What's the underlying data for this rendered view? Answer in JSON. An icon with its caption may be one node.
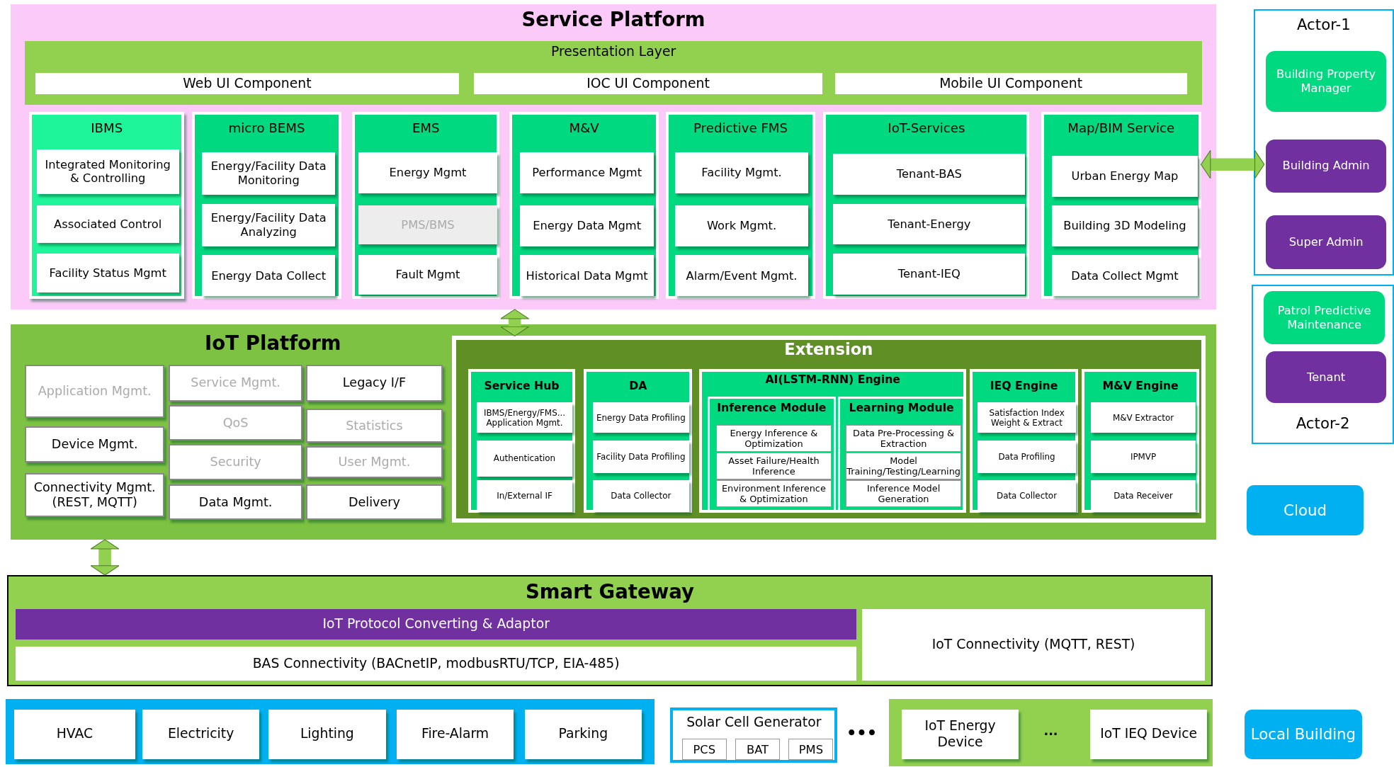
{
  "diagram": {
    "nodes": [
      {
        "text": [
          "Service Platform"
        ]
      },
      {
        "text": [
          "Presentation Layer"
        ],
        "in": 0
      },
      {
        "text": [
          "Web UI Component"
        ],
        "in": 1
      },
      {
        "text": [
          "IOC UI Component"
        ],
        "in": 1
      },
      {
        "text": [
          "Mobile UI Component"
        ],
        "in": 1
      },
      {
        "text": [
          "IBMS"
        ],
        "in": 0
      },
      {
        "text": [
          "Integrated Monitoring & Controlling"
        ],
        "in": 5
      },
      {
        "text": [
          "Associated Control"
        ],
        "in": 5
      },
      {
        "text": [
          "Facility Status Mgmt"
        ],
        "in": 5
      },
      {
        "text": [
          "micro BEMS"
        ],
        "in": 0
      },
      {
        "text": [
          "Energy/Facility Data Monitoring"
        ],
        "in": 9
      },
      {
        "text": [
          "Energy/Facility Data Analyzing"
        ],
        "in": 9
      },
      {
        "text": [
          "Energy Data Collect"
        ],
        "in": 9
      },
      {
        "text": [
          "EMS"
        ],
        "in": 0
      },
      {
        "text": [
          "Energy Mgmt"
        ],
        "in": 13
      },
      {
        "text": [
          "PMS/BMS"
        ],
        "in": 13
      },
      {
        "text": [
          "Fault Mgmt"
        ],
        "in": 13
      },
      {
        "text": [
          "M&V"
        ],
        "in": 0
      },
      {
        "text": [
          "Performance Mgmt"
        ],
        "in": 17
      },
      {
        "text": [
          "Energy Data Mgmt"
        ],
        "in": 17
      },
      {
        "text": [
          "Historical Data Mgmt"
        ],
        "in": 17
      },
      {
        "text": [
          "Predictive FMS"
        ],
        "in": 0
      },
      {
        "text": [
          "Facility Mgmt."
        ],
        "in": 21
      },
      {
        "text": [
          "Work Mgmt."
        ],
        "in": 21
      },
      {
        "text": [
          "Alarm/Event Mgmt."
        ],
        "in": 21
      },
      {
        "text": [
          "IoT-Services"
        ],
        "in": 0
      },
      {
        "text": [
          "Tenant-BAS"
        ],
        "in": 25
      },
      {
        "text": [
          "Tenant-Energy"
        ],
        "in": 25
      },
      {
        "text": [
          "Tenant-IEQ"
        ],
        "in": 25
      },
      {
        "text": [
          "Map/BIM Service"
        ],
        "in": 0
      },
      {
        "text": [
          "Urban Energy Map"
        ],
        "in": 29
      },
      {
        "text": [
          "Building 3D Modeling"
        ],
        "in": 29
      },
      {
        "text": [
          "Data Collect Mgmt"
        ],
        "in": 29
      },
      {
        "text": [
          "Actor-1"
        ]
      },
      {
        "text": [
          "Building Property Manager"
        ],
        "in": 33
      },
      {
        "text": [
          "Building Admin"
        ],
        "in": 33
      },
      {
        "text": [
          "Super Admin"
        ],
        "in": 33
      },
      {
        "text": [
          "Actor-2"
        ]
      },
      {
        "text": [
          "Patrol Predictive Maintenance"
        ],
        "in": 37
      },
      {
        "text": [
          "Tenant"
        ],
        "in": 37
      },
      {
        "text": [
          "Cloud"
        ]
      },
      {
        "text": [
          "IoT Platform"
        ]
      },
      {
        "text": [
          "Application Mgmt."
        ],
        "in": 41
      },
      {
        "text": [
          "Device Mgmt."
        ],
        "in": 41
      },
      {
        "text": [
          "Connectivity Mgmt. (REST, MQTT)"
        ],
        "in": 41
      },
      {
        "text": [
          "Service Mgmt."
        ],
        "in": 41
      },
      {
        "text": [
          "QoS"
        ],
        "in": 41
      },
      {
        "text": [
          "Security"
        ],
        "in": 41
      },
      {
        "text": [
          "Data Mgmt."
        ],
        "in": 41
      },
      {
        "text": [
          "Legacy I/F"
        ],
        "in": 41
      },
      {
        "text": [
          "Statistics"
        ],
        "in": 41
      },
      {
        "text": [
          "User Mgmt."
        ],
        "in": 41
      },
      {
        "text": [
          "Delivery"
        ],
        "in": 41
      },
      {
        "text": [
          "Extension"
        ],
        "in": 41
      },
      {
        "text": [
          "Service Hub"
        ],
        "in": 53
      },
      {
        "text": [
          "IBMS/Energy/FMS... Application Mgmt."
        ],
        "in": 54
      },
      {
        "text": [
          "Authentication"
        ],
        "in": 54
      },
      {
        "text": [
          "In/External IF"
        ],
        "in": 54
      },
      {
        "text": [
          "DA"
        ],
        "in": 53
      },
      {
        "text": [
          "Energy Data Profiling"
        ],
        "in": 58
      },
      {
        "text": [
          "Facility Data Profiling"
        ],
        "in": 58
      },
      {
        "text": [
          "Data Collector"
        ],
        "in": 58
      },
      {
        "text": [
          "AI(LSTM-RNN) Engine"
        ],
        "in": 53
      },
      {
        "text": [
          "Inference Module"
        ],
        "in": 62
      },
      {
        "text": [
          "Energy Inference & Optimization"
        ],
        "in": 63
      },
      {
        "text": [
          "Asset Failure/Health Inference"
        ],
        "in": 63
      },
      {
        "text": [
          "Environment Inference & Optimization"
        ],
        "in": 63
      },
      {
        "text": [
          "Learning Module"
        ],
        "in": 62
      },
      {
        "text": [
          "Data Pre-Processing & Extraction"
        ],
        "in": 67
      },
      {
        "text": [
          "Model Training/Testing/Learning"
        ],
        "in": 67
      },
      {
        "text": [
          "Inference Model Generation"
        ],
        "in": 67
      },
      {
        "text": [
          "IEQ Engine"
        ],
        "in": 53
      },
      {
        "text": [
          "Satisfaction Index Weight & Extract"
        ],
        "in": 71
      },
      {
        "text": [
          "Data Profiling"
        ],
        "in": 71
      },
      {
        "text": [
          "Data Collector"
        ],
        "in": 71
      },
      {
        "text": [
          "M&V Engine"
        ],
        "in": 53
      },
      {
        "text": [
          "M&V Extractor"
        ],
        "in": 75
      },
      {
        "text": [
          "IPMVP"
        ],
        "in": 75
      },
      {
        "text": [
          "Data Receiver"
        ],
        "in": 75
      },
      {
        "text": [
          "Smart Gateway"
        ]
      },
      {
        "text": [
          "IoT Protocol Converting & Adaptor"
        ],
        "in": 79
      },
      {
        "text": [
          "BAS Connectivity (BACnetIP, modbusRTU/TCP, EIA-485)"
        ],
        "in": 79
      },
      {
        "text": [
          "IoT Connectivity (MQTT, REST)"
        ],
        "in": 79
      },
      {
        "text": [],
        "shape": "box"
      },
      {
        "text": [
          "HVAC"
        ],
        "in": 83
      },
      {
        "text": [
          "Electricity"
        ],
        "in": 83
      },
      {
        "text": [
          "Lighting"
        ],
        "in": 83
      },
      {
        "text": [
          "Fire-Alarm"
        ],
        "in": 83
      },
      {
        "text": [
          "Parking"
        ],
        "in": 83
      },
      {
        "text": [
          "Solar Cell Generator"
        ]
      },
      {
        "text": [
          "PCS"
        ],
        "in": 89
      },
      {
        "text": [
          "BAT"
        ],
        "in": 89
      },
      {
        "text": [
          "PMS"
        ],
        "in": 89
      },
      {
        "text": [],
        "shape": "box"
      },
      {
        "text": [
          "IoT Energy Device"
        ],
        "in": 93
      },
      {
        "text": [
          "IoT IEQ Device"
        ],
        "in": 93
      },
      {
        "text": [
          "Local Building"
        ]
      }
    ],
    "edges": [
      {
        "from": 29,
        "to": 35,
        "arrow": "both"
      },
      {
        "from": 0,
        "to": 53,
        "arrow": "both"
      },
      {
        "from": 41,
        "to": 79,
        "arrow": "both"
      }
    ],
    "labels": [
      "•••",
      "..."
    ]
  }
}
